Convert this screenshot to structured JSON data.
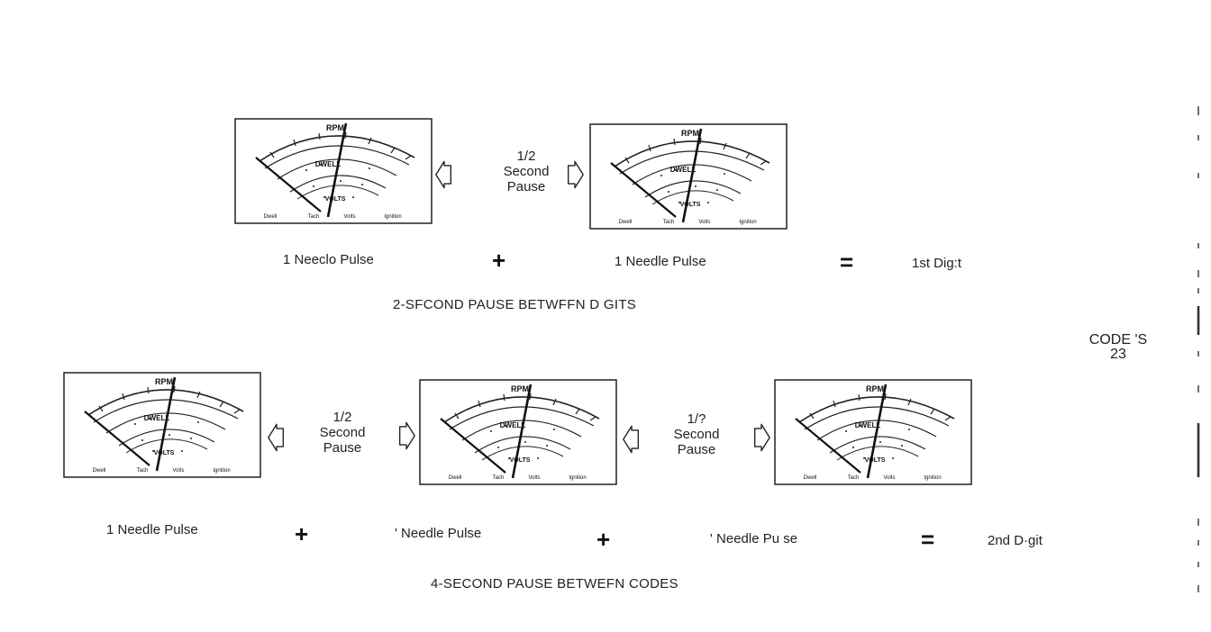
{
  "row1": {
    "left_label": "1 Neeclo Pulse",
    "right_label": "1 Needle Pulse",
    "result": "1st Dig:t",
    "pause": [
      "1/2",
      "Second",
      "Pause"
    ],
    "plus": "+",
    "equals": "="
  },
  "digit_caption": "2-SFCOND PAUSE BETWFFN D GITS",
  "row2": {
    "label_1": "1 Needle Pulse",
    "label_2": "' Needle Pulse",
    "label_3": "' Needle Pu se",
    "result": "2nd D·git",
    "pause_a": [
      "1/2",
      "Second",
      "Pause"
    ],
    "pause_b": [
      "1/?",
      "Second",
      "Pause"
    ],
    "plus": "+",
    "equals": "="
  },
  "code_caption": "4-SECOND PAUSE BETWEFN CODES",
  "code": {
    "line1": "CODE 'S",
    "line2": "23"
  },
  "meter": {
    "scale_rpm": "RPM",
    "scale_dwell": "DWELL",
    "scale_volts": "VOLTS",
    "mode_dwell": "Dwell",
    "mode_tach": "Tach",
    "mode_volts": "Volts",
    "mode_ignition": "Ignition"
  }
}
